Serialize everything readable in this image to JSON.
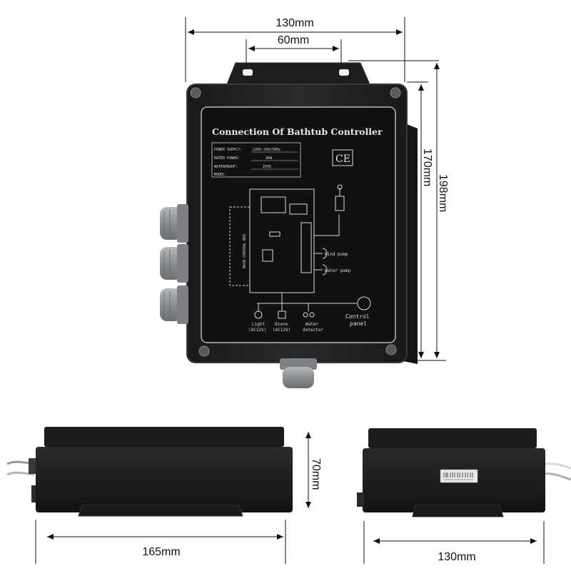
{
  "dimensions": {
    "top_width": "130mm",
    "mount_spacing": "60mm",
    "total_height": "198mm",
    "body_height": "170mm",
    "depth": "70mm",
    "side_length": "165mm",
    "end_width": "130mm"
  },
  "panel": {
    "title": "Connection Of Bathtub Controller",
    "spec_rows": [
      {
        "label": "POWER SUPPLY:",
        "value": "220V-240/50Hz"
      },
      {
        "label": "RATED POWER:",
        "value": "2KW"
      },
      {
        "label": "WATERPROOF:",
        "value": "IPX5"
      },
      {
        "label": "MODEL:",
        "value": ""
      }
    ],
    "ce_mark": "CE",
    "main_box_label": "MAIN CONTROL BOX",
    "wind_pump": "Wind pump",
    "water_pump": "Water pump",
    "control_panel_line1": "Control",
    "control_panel_line2": "panel",
    "light_line1": "Light",
    "light_line2": "(AC12V)",
    "ozone_line1": "Ozone",
    "ozone_line2": "(AC12V)",
    "water_line1": "Water",
    "water_line2": "detector"
  },
  "label_sticker": "",
  "colors": {
    "enclosure": "#1c1c1e",
    "panel": "#111113",
    "gland": "#8d9093",
    "dim_line": "#111111"
  }
}
